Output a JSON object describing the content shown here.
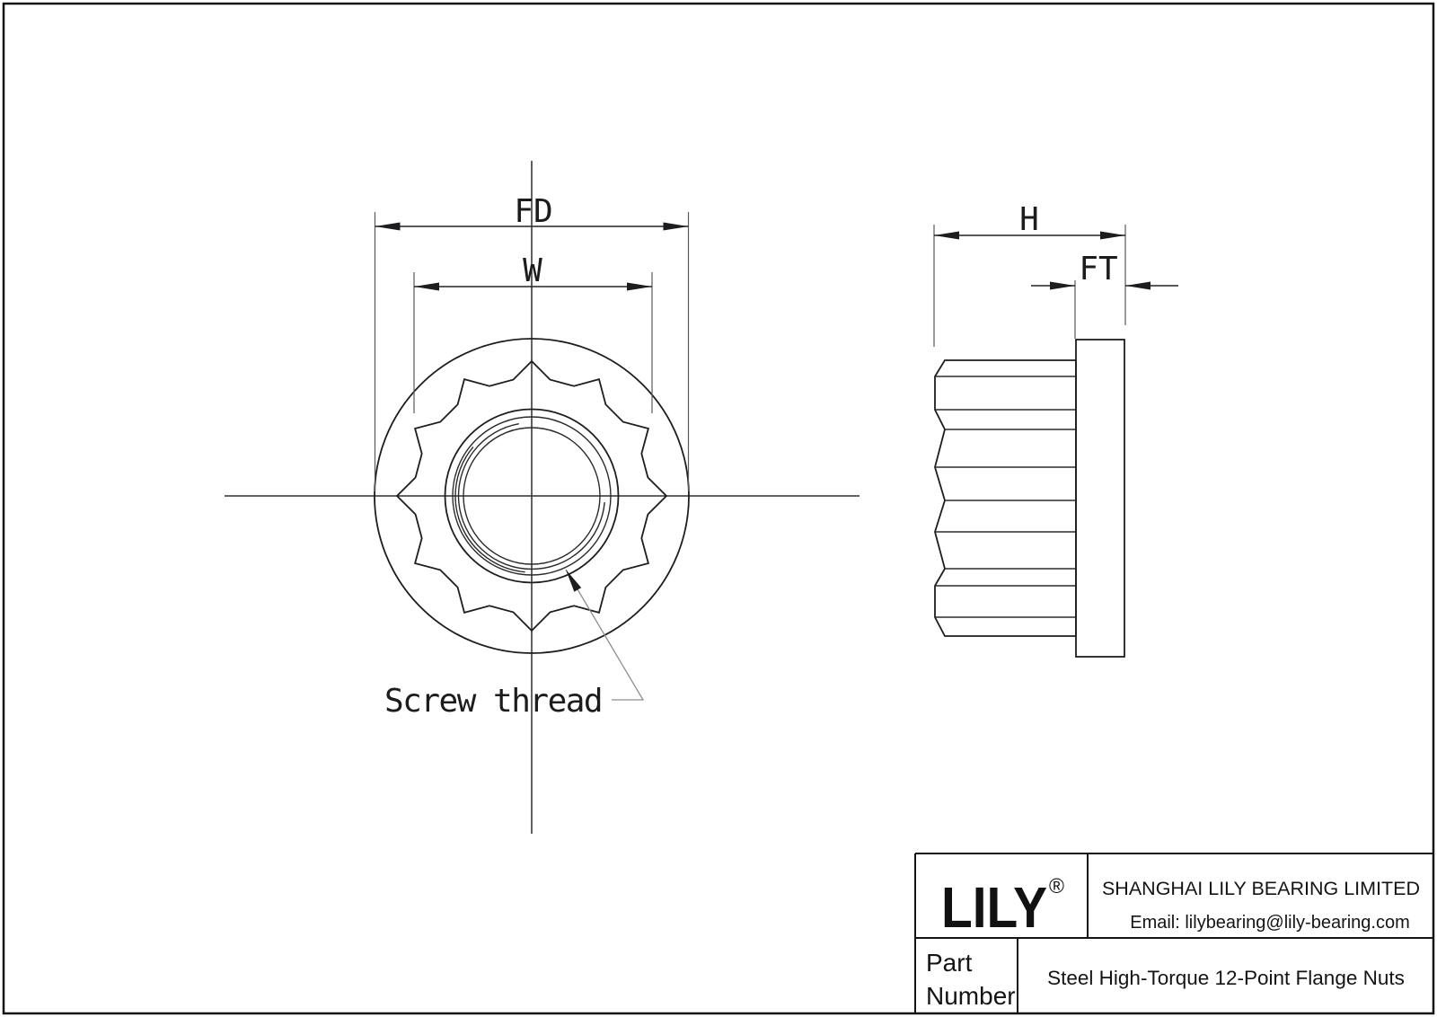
{
  "page": {
    "background": "#ffffff"
  },
  "front_view": {
    "dim_fd_label": "FD",
    "dim_w_label": "W",
    "annotation_screw_thread": "Screw thread"
  },
  "side_view": {
    "dim_h_label": "H",
    "dim_ft_label": "FT"
  },
  "title_block": {
    "logo_text": "LILY",
    "logo_registered_mark": "®",
    "company_name": "SHANGHAI LILY BEARING LIMITED",
    "email": "Email: lilybearing@lily-bearing.com",
    "part_label_line1": "Part",
    "part_label_line2": "Number",
    "part_description": "Steel High-Torque 12-Point Flange Nuts"
  },
  "colors": {
    "object_line": "#1d1d1f",
    "extension_line": "#5a5a5a",
    "leader_line": "#8e8e8e",
    "text": "#141414",
    "background": "#ffffff"
  }
}
